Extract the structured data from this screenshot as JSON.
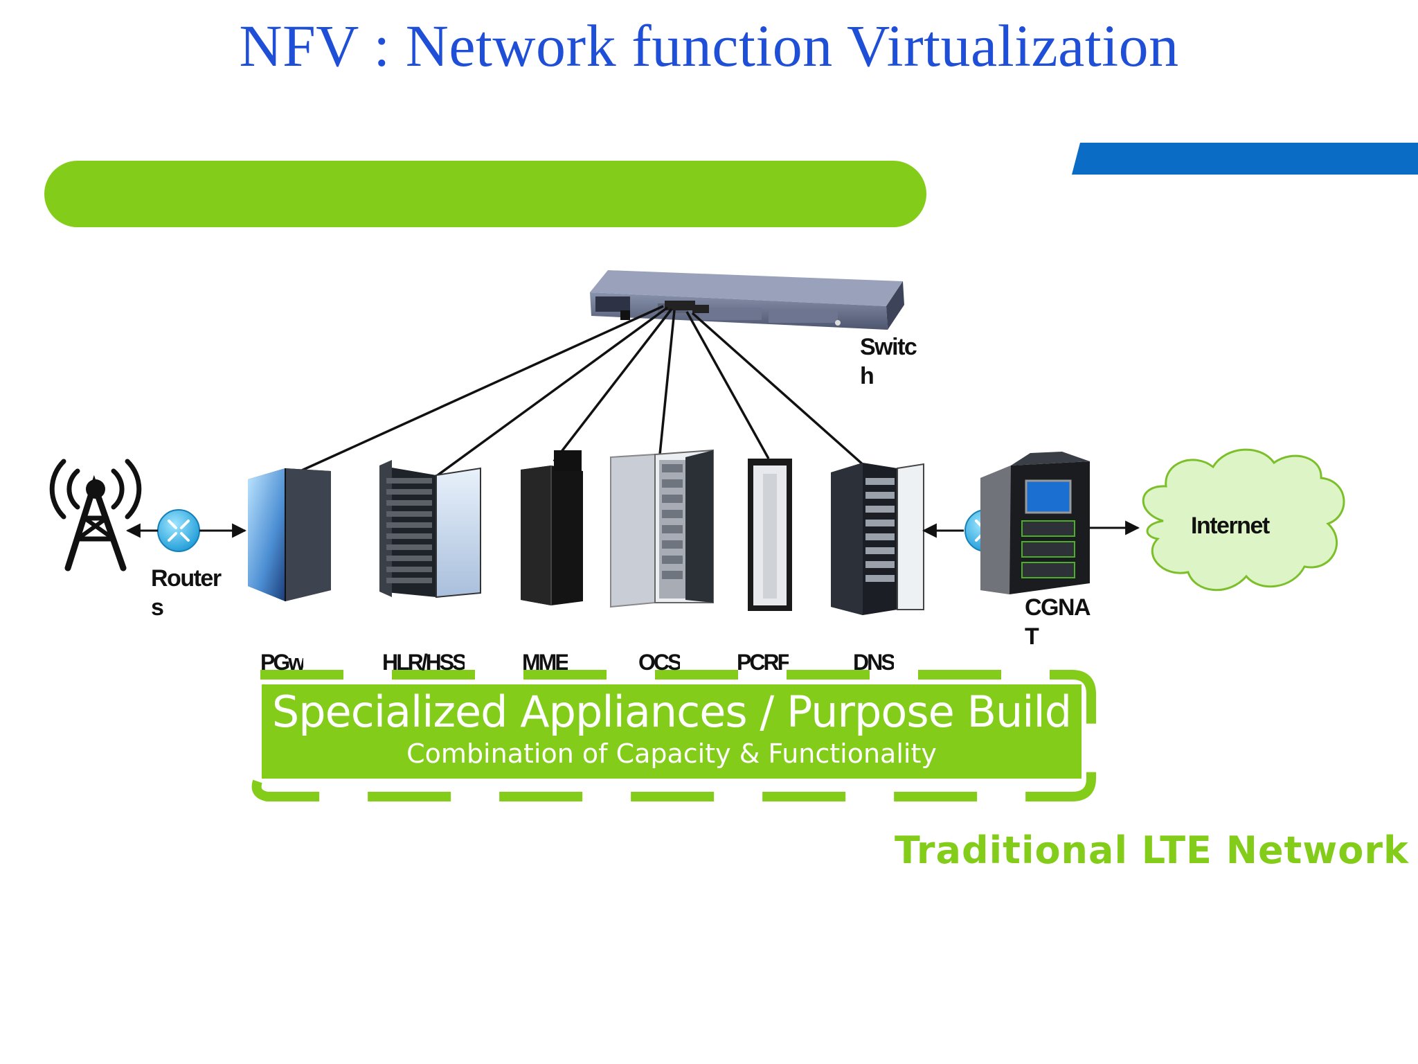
{
  "title": "NFV : Network function Virtualization",
  "labels": {
    "switch": "Switch",
    "routers": "Routers",
    "cgnat": "CGNAT",
    "internet": "Internet"
  },
  "servers": [
    {
      "id": "pgw",
      "label": "PGw"
    },
    {
      "id": "hlr",
      "label": "HLR/HSS"
    },
    {
      "id": "mme",
      "label": "MME"
    },
    {
      "id": "ocs",
      "label": "OCS"
    },
    {
      "id": "pcrf",
      "label": "PCRF"
    },
    {
      "id": "dns",
      "label": "DNS"
    }
  ],
  "appliances": {
    "title": "Specialized Appliances / Purpose Build",
    "subtitle": "Combination of Capacity & Functionality"
  },
  "network_label": "Traditional LTE Network",
  "colors": {
    "title": "#1f4fd6",
    "accent_green": "#84cc1a",
    "accent_blue": "#0b6cc6",
    "cloud_fill": "#ddf5c6",
    "cloud_stroke": "#7cbf2a"
  },
  "icons": [
    "antenna-tower-icon",
    "router-icon",
    "switch-icon",
    "server-rack-icon",
    "cloud-icon"
  ]
}
